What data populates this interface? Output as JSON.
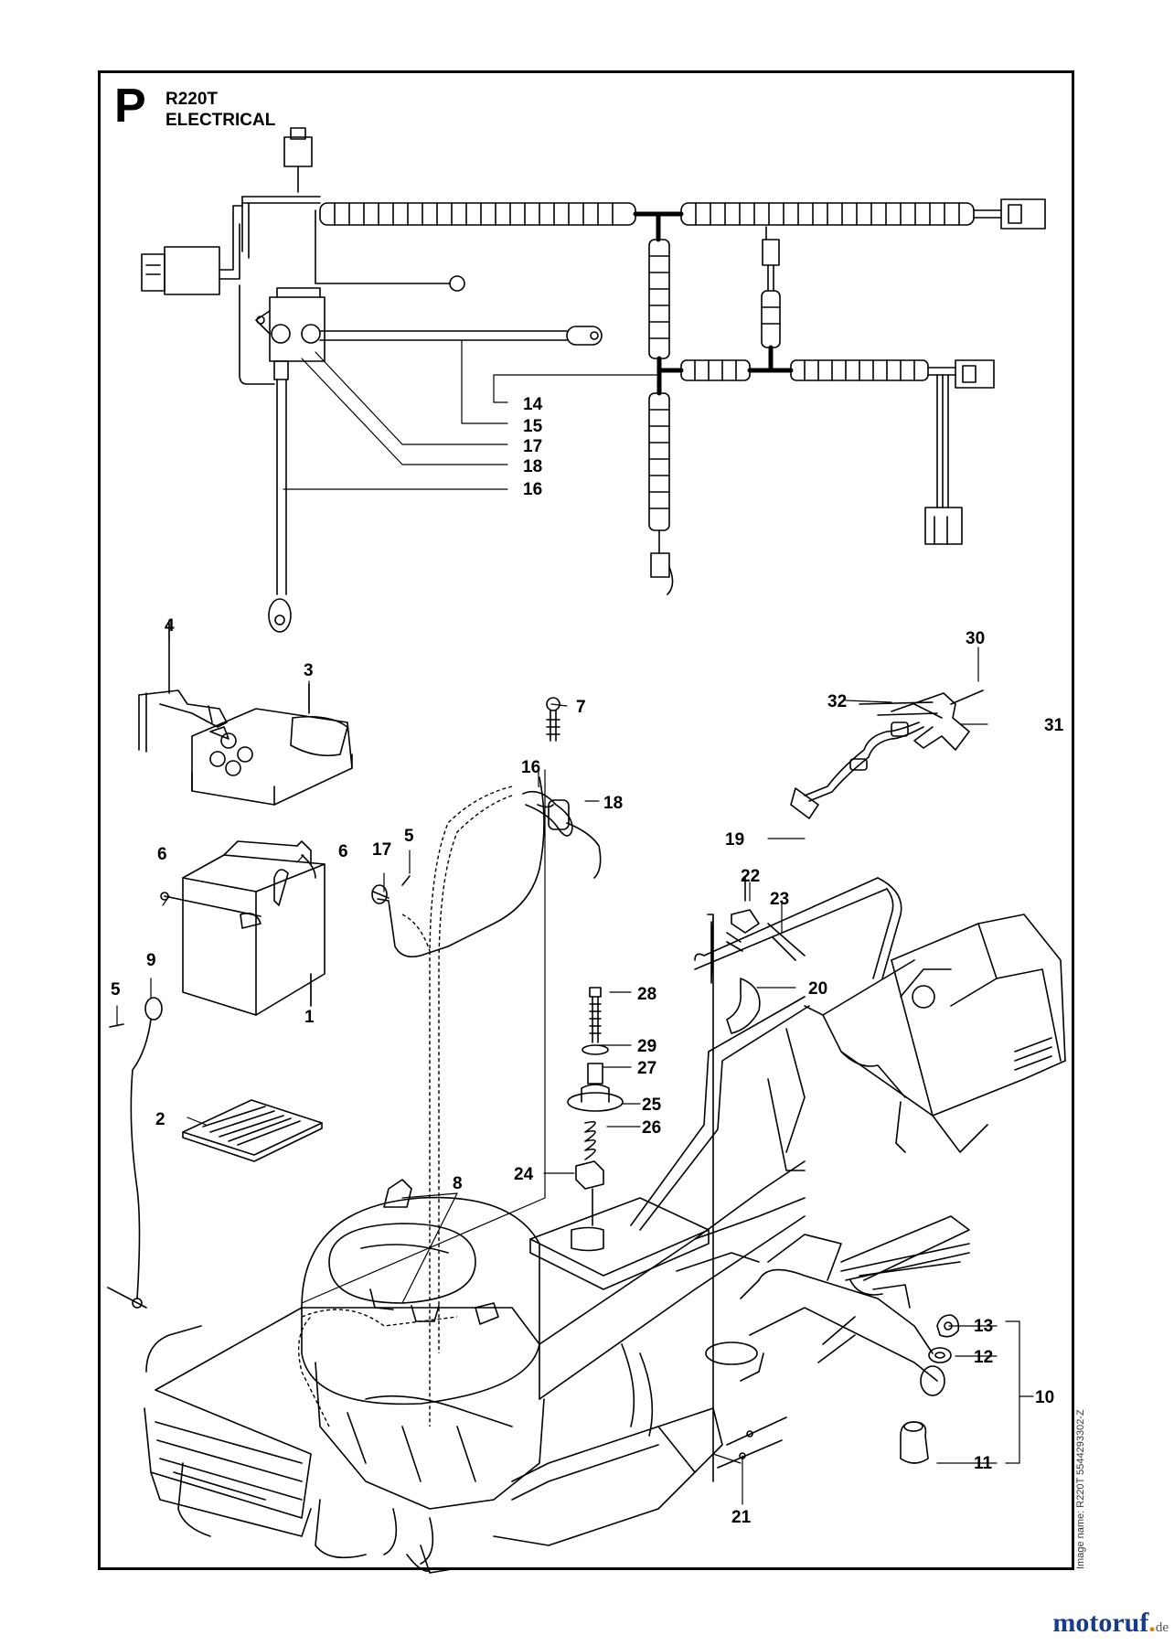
{
  "header": {
    "letter": "P",
    "model": "R220T",
    "section": "ELECTRICAL"
  },
  "image_name": "Image name: R220T 5544293302-Z",
  "logo": {
    "name": "motoruf",
    "tld": "de"
  },
  "colors": {
    "line": "#000000",
    "logo": "#1a3b8a",
    "logo_accent": "#e07a00"
  },
  "callouts": [
    {
      "id": "14",
      "label": "14"
    },
    {
      "id": "15",
      "label": "15"
    },
    {
      "id": "17a",
      "label": "17"
    },
    {
      "id": "18a",
      "label": "18"
    },
    {
      "id": "16a",
      "label": "16"
    },
    {
      "id": "4",
      "label": "4"
    },
    {
      "id": "3",
      "label": "3"
    },
    {
      "id": "7",
      "label": "7"
    },
    {
      "id": "16b",
      "label": "16"
    },
    {
      "id": "18b",
      "label": "18"
    },
    {
      "id": "30",
      "label": "30"
    },
    {
      "id": "32",
      "label": "32"
    },
    {
      "id": "31",
      "label": "31"
    },
    {
      "id": "19",
      "label": "19"
    },
    {
      "id": "6a",
      "label": "6"
    },
    {
      "id": "6b",
      "label": "6"
    },
    {
      "id": "17b",
      "label": "17"
    },
    {
      "id": "5a",
      "label": "5"
    },
    {
      "id": "22",
      "label": "22"
    },
    {
      "id": "23",
      "label": "23"
    },
    {
      "id": "9",
      "label": "9"
    },
    {
      "id": "5b",
      "label": "5"
    },
    {
      "id": "1",
      "label": "1"
    },
    {
      "id": "20",
      "label": "20"
    },
    {
      "id": "28",
      "label": "28"
    },
    {
      "id": "29",
      "label": "29"
    },
    {
      "id": "27",
      "label": "27"
    },
    {
      "id": "2",
      "label": "2"
    },
    {
      "id": "25",
      "label": "25"
    },
    {
      "id": "26",
      "label": "26"
    },
    {
      "id": "24",
      "label": "24"
    },
    {
      "id": "8",
      "label": "8"
    },
    {
      "id": "13",
      "label": "13"
    },
    {
      "id": "12",
      "label": "12"
    },
    {
      "id": "10",
      "label": "10"
    },
    {
      "id": "11",
      "label": "11"
    },
    {
      "id": "21",
      "label": "21"
    }
  ]
}
